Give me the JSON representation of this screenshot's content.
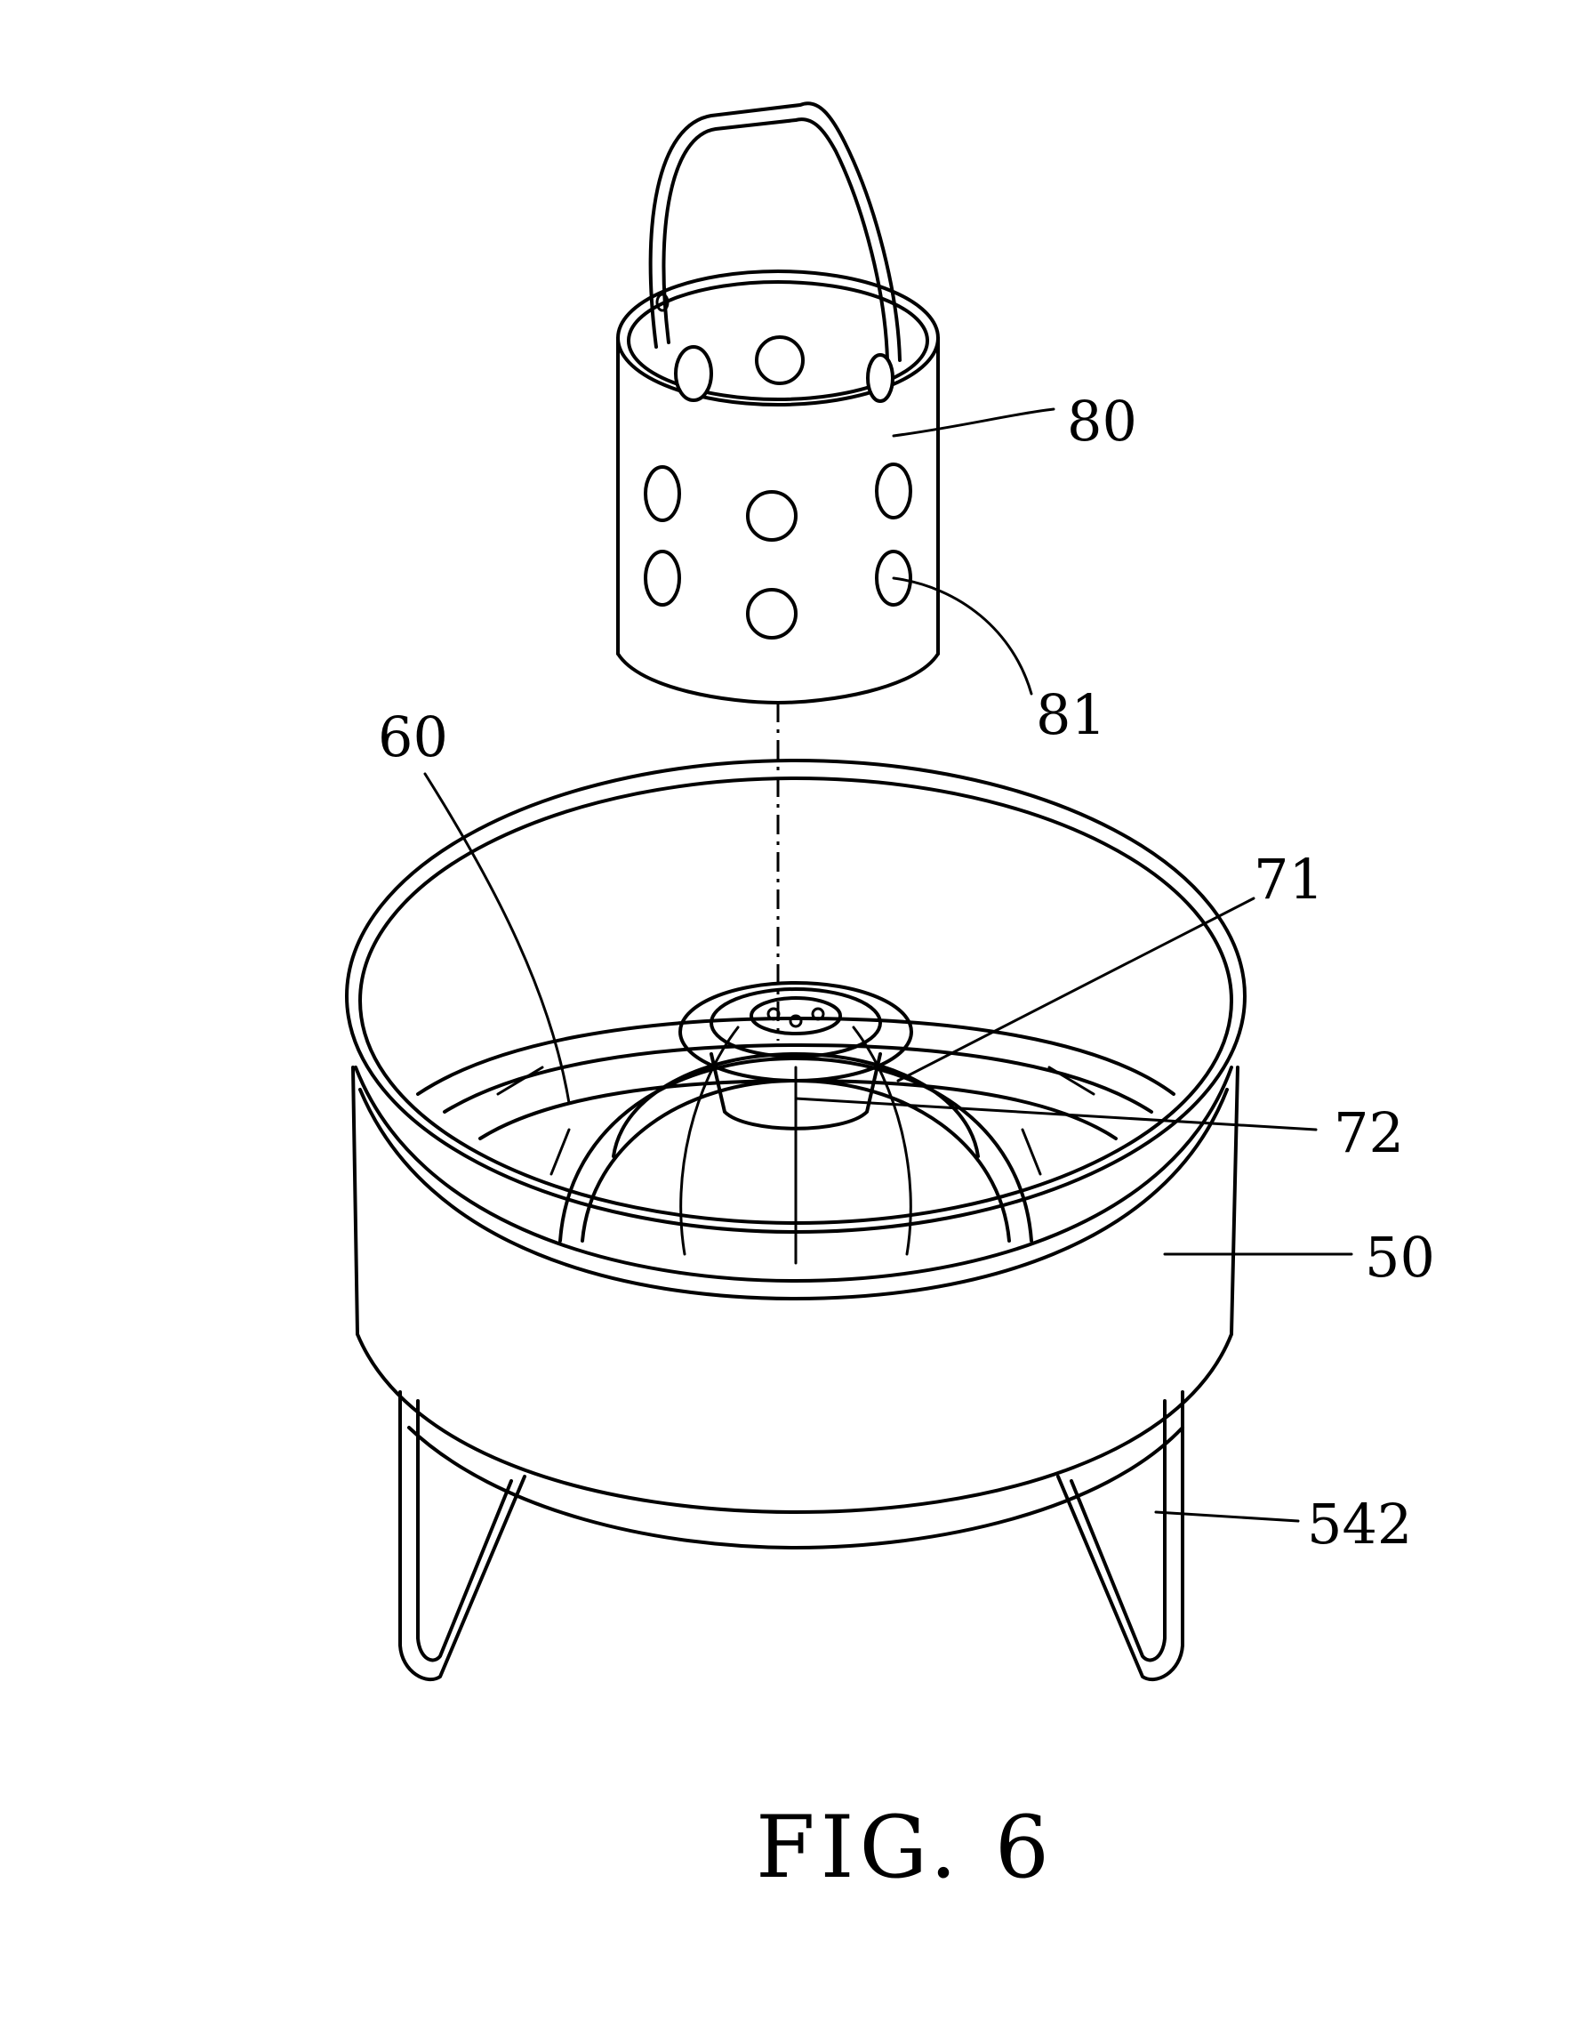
{
  "figure": {
    "caption": "FIG. 6",
    "labels": {
      "basket": "80",
      "holes": "81",
      "grate": "60",
      "dome_top": "71",
      "inner_cup": "72",
      "bowl": "50",
      "leg": "542"
    }
  }
}
